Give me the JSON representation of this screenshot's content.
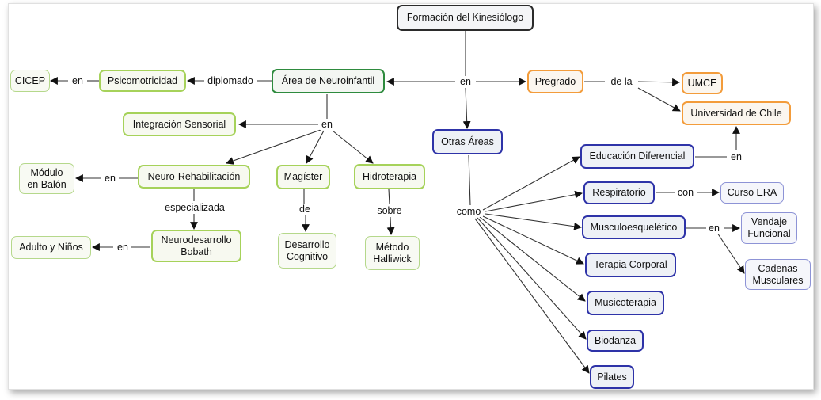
{
  "nodes": {
    "formacion": "Formación del Kinesiólogo",
    "neuroinfantil": "Área de Neuroinfantil",
    "pregrado": "Pregrado",
    "umce": "UMCE",
    "uchile": "Universidad de Chile",
    "otras": "Otras Áreas",
    "psicomotricidad": "Psicomotricidad",
    "cicep": "CICEP",
    "integracion": "Integración Sensorial",
    "neurorehab": "Neuro-Rehabilitación",
    "magister": "Magíster",
    "hidroterapia": "Hidroterapia",
    "modulo": "Módulo\nen Balón",
    "bobath": "Neurodesarrollo\nBobath",
    "adulto": "Adulto y Niños",
    "desarrollo": "Desarrollo\nCognitivo",
    "halliwick": "Método\nHalliwick",
    "educacion": "Educación Diferencial",
    "respiratorio": "Respiratorio",
    "cursoera": "Curso ERA",
    "musculo": "Musculoesquelético",
    "vendaje": "Vendaje\nFuncional",
    "cadenas": "Cadenas\nMusculares",
    "terapia": "Terapia Corporal",
    "musicoterapia": "Musicoterapia",
    "biodanza": "Biodanza",
    "pilates": "Pilates"
  },
  "labels": {
    "en_top": "en",
    "diplomado": "diplomado",
    "en_psico": "en",
    "en_neuro": "en",
    "dela": "de la",
    "en_modulo": "en",
    "especializada": "especializada",
    "en_adulto": "en",
    "de": "de",
    "sobre": "sobre",
    "como": "como",
    "en_edu": "en",
    "con": "con",
    "en_musculo": "en"
  }
}
